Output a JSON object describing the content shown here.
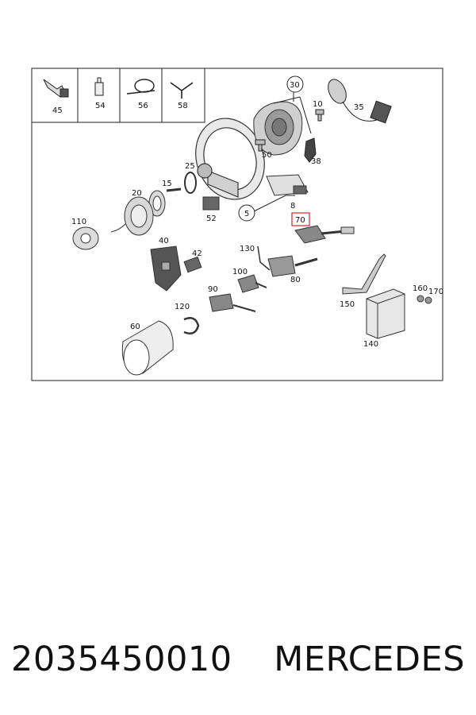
{
  "inset_labels": [
    "45",
    "54",
    "56",
    "58"
  ],
  "callouts": {
    "c30": "30",
    "c5": "5",
    "c70": "70"
  },
  "labels": {
    "p10": "10",
    "p35": "35",
    "p50": "50",
    "p38": "38",
    "p25": "25",
    "p15": "15",
    "p20": "20",
    "p8": "8",
    "p52": "52",
    "p110": "110",
    "p130": "130",
    "p40": "40",
    "p42": "42",
    "p100": "100",
    "p80": "80",
    "p90": "90",
    "p120": "120",
    "p60": "60",
    "p150": "150",
    "p160": "160",
    "p170": "170",
    "p140": "140"
  },
  "caption": {
    "part_number": "2035450010",
    "brand": "MERCEDES"
  },
  "colors": {
    "highlight": "#e0303a",
    "line": "#222222"
  }
}
